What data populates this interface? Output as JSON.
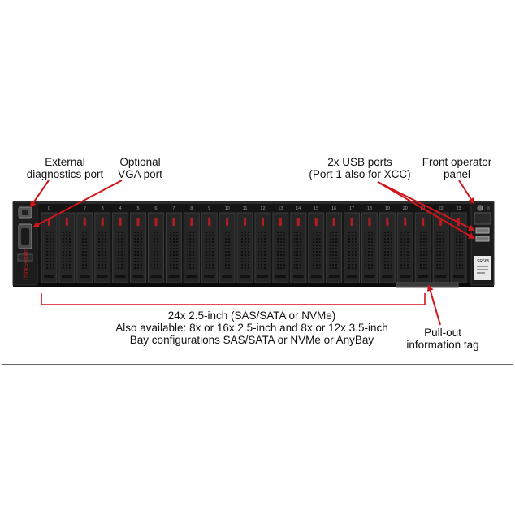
{
  "labels": {
    "external_diag": [
      "External",
      "diagnostics port"
    ],
    "vga": [
      "Optional",
      "VGA port"
    ],
    "usb": [
      "2x USB ports",
      "(Port 1 also for XCC)"
    ],
    "front_panel": [
      "Front operator",
      "panel"
    ],
    "bays": [
      "24x 2.5-inch (SAS/SATA or NVMe)",
      "Also available: 8x or 16x 2.5-inch and 8x or 12x 3.5-inch",
      "Bay configurations SAS/SATA or NVMe or AnyBay"
    ],
    "pullout": [
      "Pull-out",
      "information tag"
    ]
  },
  "bay_numbers": [
    "0",
    "1",
    "2",
    "3",
    "4",
    "5",
    "6",
    "7",
    "8",
    "9",
    "10",
    "11",
    "12",
    "13",
    "14",
    "15",
    "16",
    "17",
    "18",
    "19",
    "20",
    "21",
    "22",
    "23"
  ],
  "brand_text": "ThinkSystem",
  "model_text": "SR665",
  "colors": {
    "arrow": "#d0161b",
    "chassis": "#1a1a1a",
    "bay": "#2a2a2a",
    "latch": "#b51d22",
    "border": "#666666"
  }
}
